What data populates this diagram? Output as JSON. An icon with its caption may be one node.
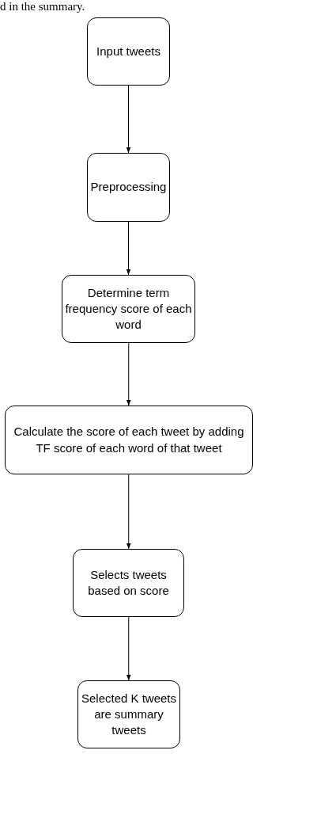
{
  "diagram": {
    "nodes": [
      {
        "text": [
          "Input tweets"
        ]
      },
      {
        "text": [
          "Preprocessing"
        ]
      },
      {
        "text": [
          "Determine term frequency score of each word"
        ]
      },
      {
        "text": [
          "Calculate the score of each tweet by adding TF score of each word of that tweet"
        ]
      },
      {
        "text": [
          "Selects tweets based on score"
        ]
      },
      {
        "text": [
          "Selected K tweets are summary tweets"
        ]
      }
    ],
    "edges": [
      {
        "from": 0,
        "to": 1,
        "arrow": "to"
      },
      {
        "from": 1,
        "to": 2,
        "arrow": "to"
      },
      {
        "from": 2,
        "to": 3,
        "arrow": "to"
      },
      {
        "from": 3,
        "to": 4,
        "arrow": "to"
      },
      {
        "from": 4,
        "to": 5,
        "arrow": "to"
      }
    ],
    "labels": [
      "d in the summary."
    ]
  }
}
